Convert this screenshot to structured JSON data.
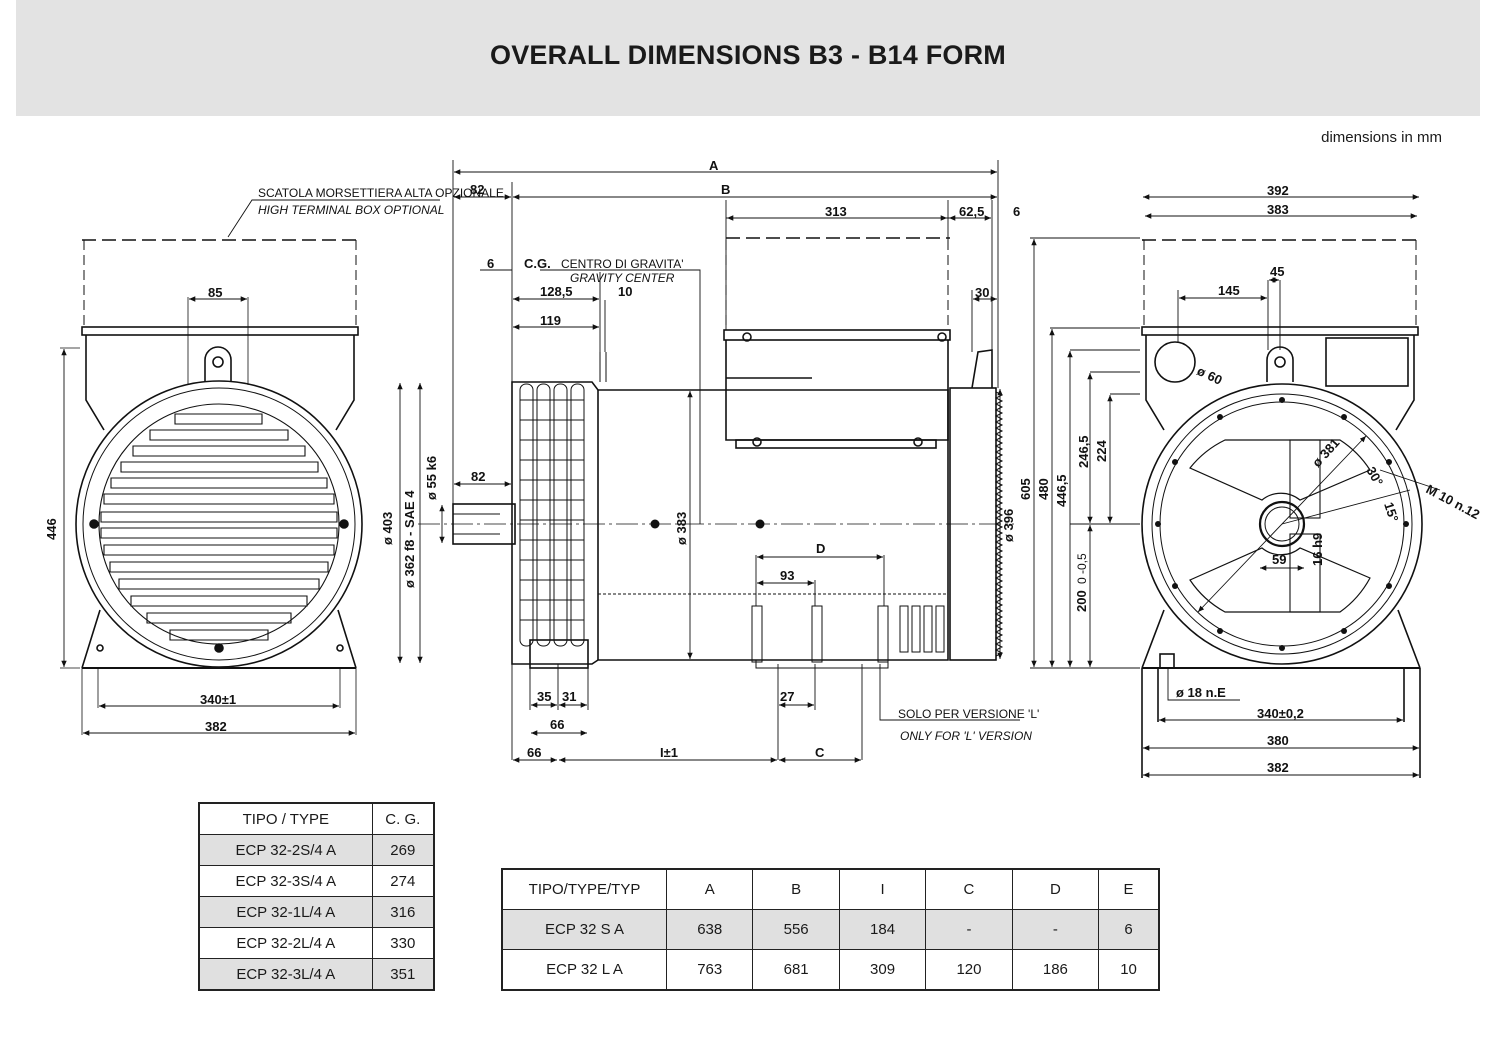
{
  "header": {
    "title": "OVERALL DIMENSIONS B3 - B14 FORM",
    "units_note": "dimensions in mm"
  },
  "left_view": {
    "note_it": "SCATOLA MORSETTIERA ALTA OPZIONALE",
    "note_en": "HIGH TERMINAL BOX OPTIONAL",
    "dims": {
      "d85": "85",
      "d446": "446",
      "d340": "340±1",
      "d382": "382"
    }
  },
  "side_view": {
    "cg_label": "C.G.",
    "cg_it": "CENTRO DI GRAVITA'",
    "cg_en": "GRAVITY CENTER",
    "solo_it": "SOLO PER VERSIONE 'L'",
    "solo_en": "ONLY FOR 'L' VERSION",
    "dims": {
      "A": "A",
      "B": "B",
      "d82a": "82",
      "d313": "313",
      "d625": "62,5",
      "d6a": "6",
      "d6b": "6",
      "d1285": "128,5",
      "d10": "10",
      "d30": "30",
      "d119": "119",
      "d82b": "82",
      "d403": "ø 403",
      "d362": "ø 362  f8  -  SAE  4",
      "d55": "ø 55 k6",
      "d383": "ø 383",
      "d396": "ø 396",
      "D": "D",
      "d93": "93",
      "d35": "35",
      "d31": "31",
      "d27": "27",
      "d66a": "66",
      "d66b": "66",
      "I": "I±1",
      "C": "C"
    }
  },
  "right_view": {
    "dims": {
      "d392": "392",
      "d383": "383",
      "d45": "45",
      "d145": "145",
      "d60": "ø 60",
      "d381": "ø 381",
      "d30deg": "30°",
      "d15deg": "15°",
      "m10": "M 10 n.12",
      "d605": "605",
      "d480": "480",
      "d4465": "446,5",
      "d2465": "246,5",
      "d224": "224",
      "d200": "200",
      "d200tol": "0 -0,5",
      "d59": "59",
      "d16": "16 h9",
      "d18": "ø 18  n.E",
      "d340": "340±0,2",
      "d380": "380",
      "d382": "382"
    }
  },
  "cg_table": {
    "headers": [
      "TIPO / TYPE",
      "C. G."
    ],
    "rows": [
      [
        "ECP 32-2S/4 A",
        "269"
      ],
      [
        "ECP 32-3S/4 A",
        "274"
      ],
      [
        "ECP 32-1L/4 A",
        "316"
      ],
      [
        "ECP 32-2L/4 A",
        "330"
      ],
      [
        "ECP 32-3L/4 A",
        "351"
      ]
    ]
  },
  "dim_table": {
    "headers": [
      "TIPO/TYPE/TYP",
      "A",
      "B",
      "I",
      "C",
      "D",
      "E"
    ],
    "rows": [
      [
        "ECP  32 S  A",
        "638",
        "556",
        "184",
        "-",
        "-",
        "6"
      ],
      [
        "ECP  32 L  A",
        "763",
        "681",
        "309",
        "120",
        "186",
        "10"
      ]
    ]
  }
}
